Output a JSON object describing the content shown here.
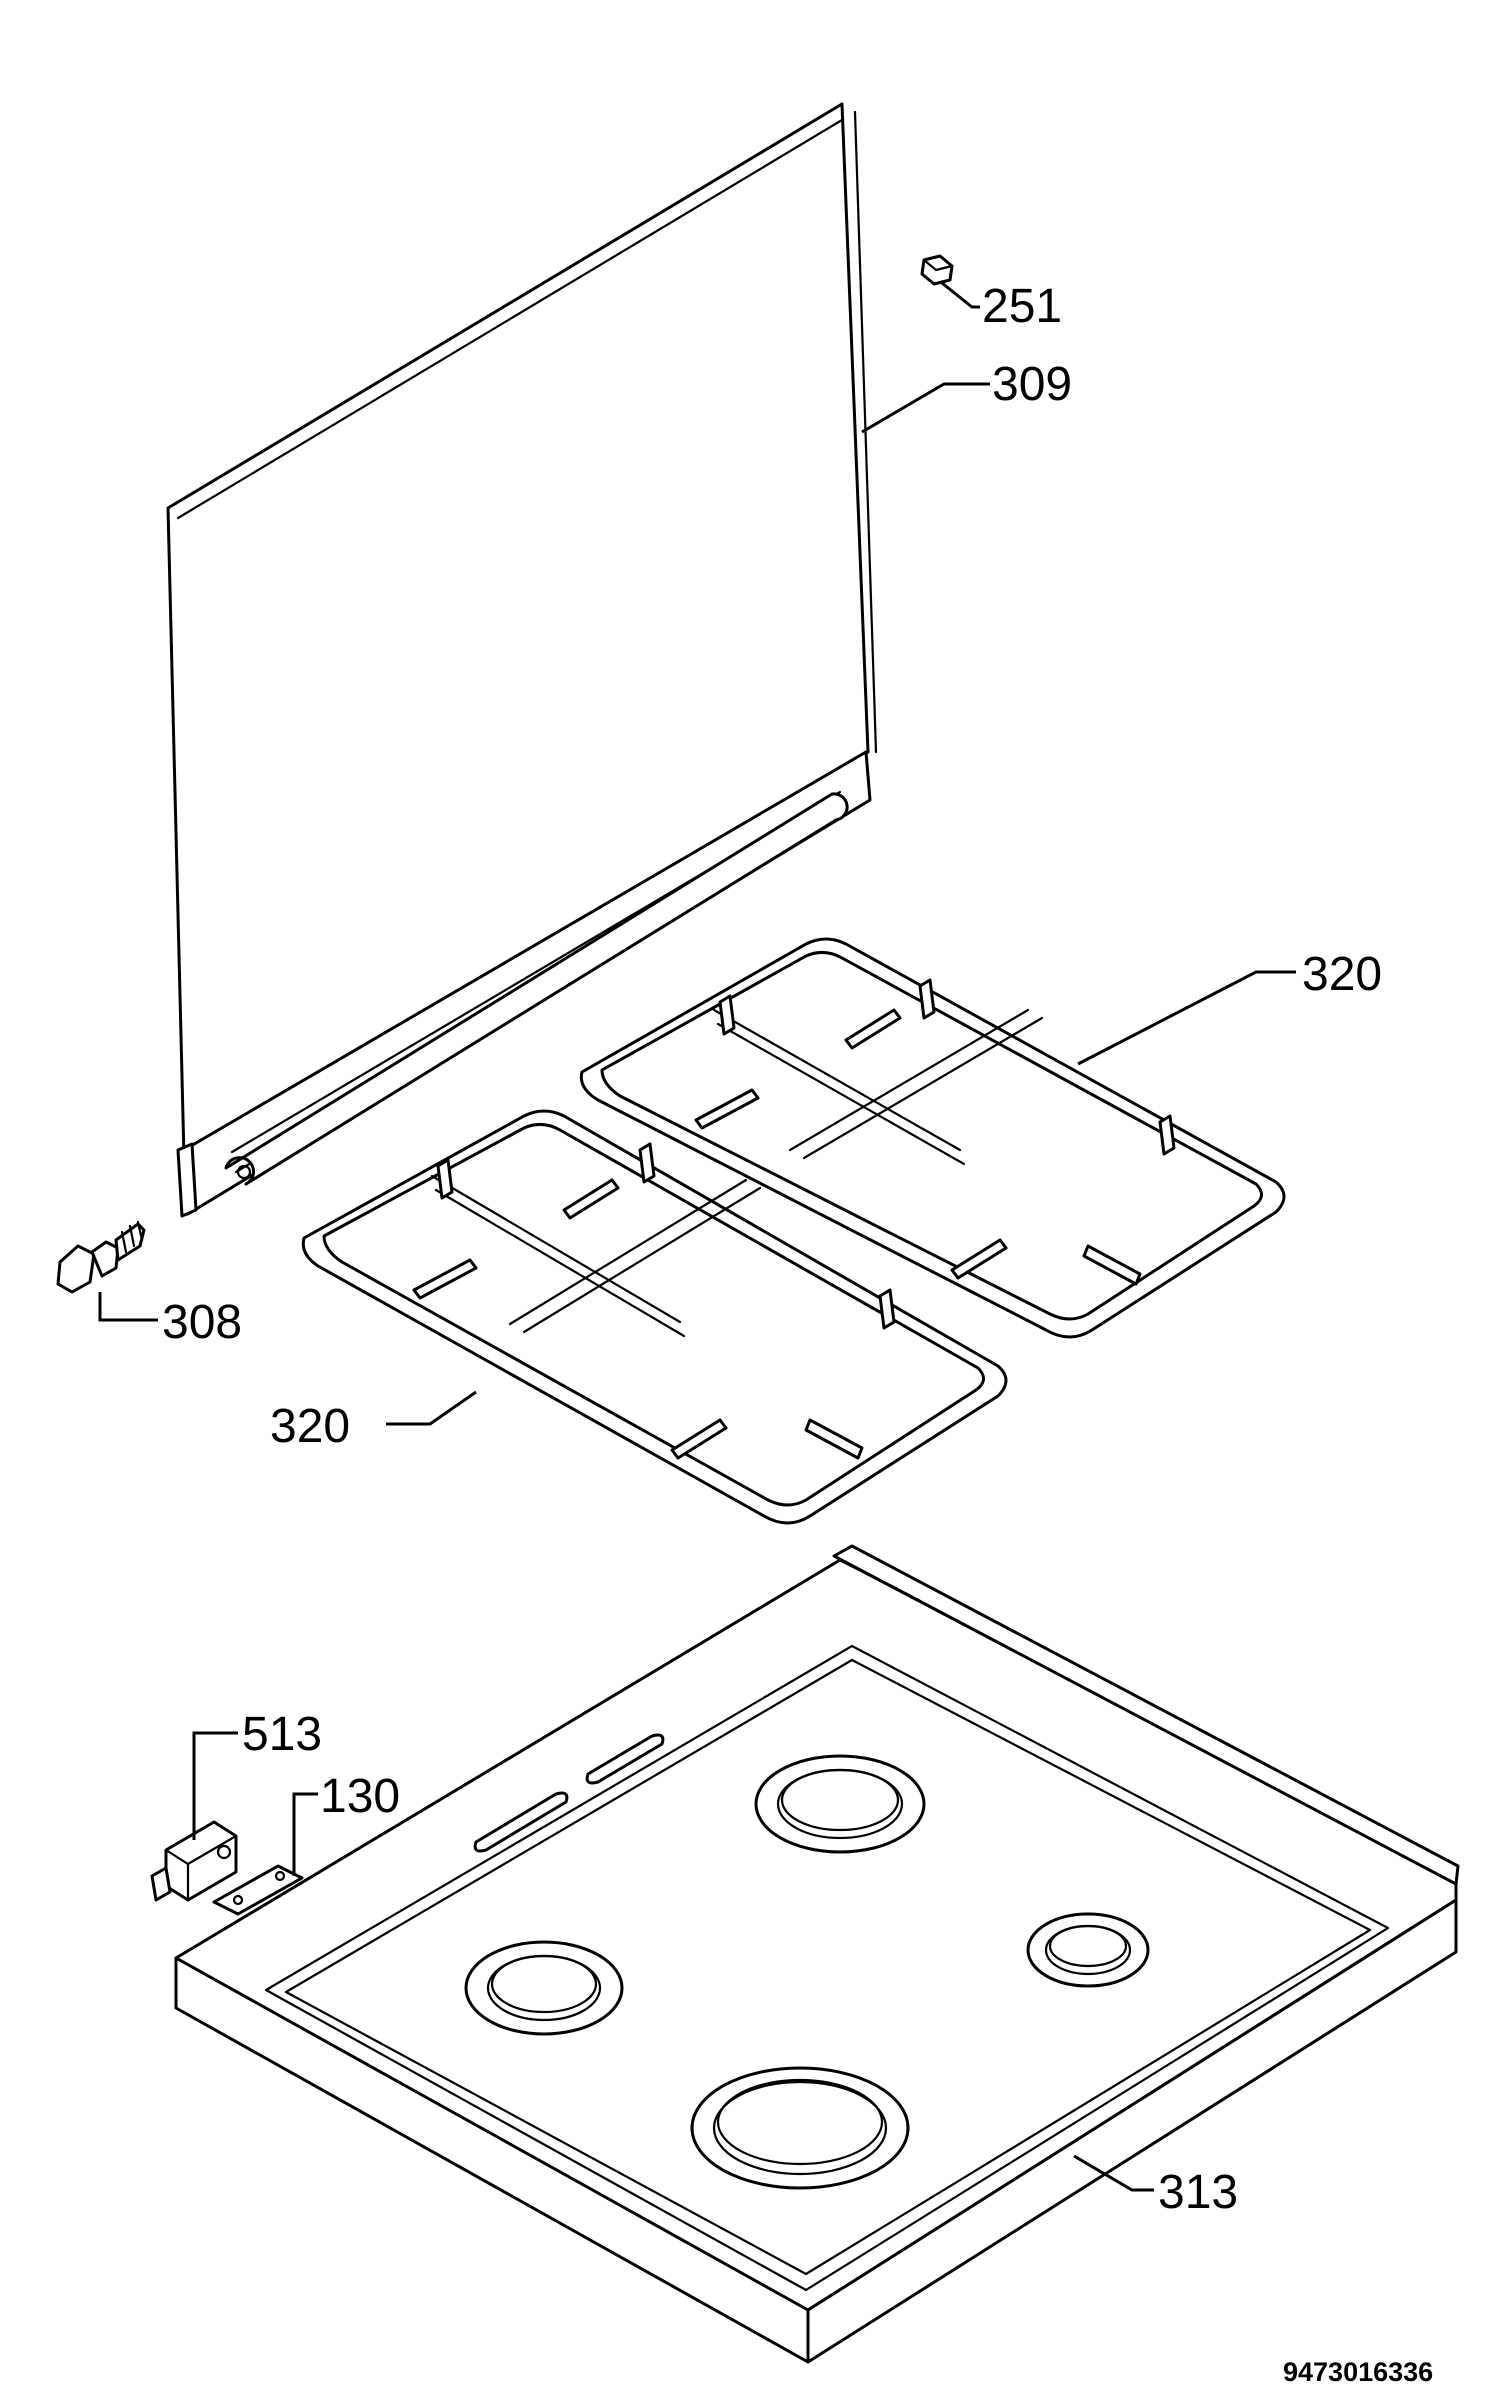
{
  "callouts": {
    "c251": "251",
    "c309": "309",
    "c320_right": "320",
    "c320_left": "320",
    "c308": "308",
    "c513": "513",
    "c130": "130",
    "c313": "313"
  },
  "document_number": "9473016336"
}
